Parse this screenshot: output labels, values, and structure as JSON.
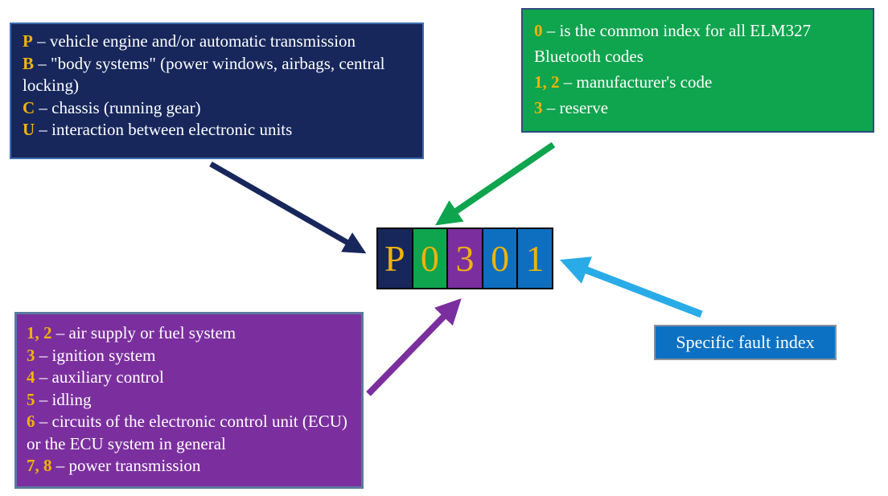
{
  "title": "OBD-II fault code structure (P0301) explanation diagram",
  "code": {
    "value": "P0301",
    "cells": [
      {
        "char": "P",
        "color": "#17275c"
      },
      {
        "char": "0",
        "color": "#0fa44e"
      },
      {
        "char": "3",
        "color": "#7b2f9e"
      },
      {
        "char": "0",
        "color": "#0e6fc0"
      },
      {
        "char": "1",
        "color": "#0e6fc0"
      }
    ]
  },
  "boxes": {
    "system": {
      "color": "#17275c",
      "items": [
        {
          "lead": "P",
          "rest": " – vehicle engine and/or automatic transmission"
        },
        {
          "lead": "B",
          "rest": " – \"body systems\" (power windows, airbags, central locking)"
        },
        {
          "lead": "C",
          "rest": " – chassis (running gear)"
        },
        {
          "lead": "U",
          "rest": " – interaction between electronic units"
        }
      ]
    },
    "index": {
      "color": "#0fa44e",
      "items": [
        {
          "lead": "0",
          "rest": " – is the common index for all ELM327 Bluetooth codes"
        },
        {
          "lead": "1, 2",
          "rest": " – manufacturer's code"
        },
        {
          "lead": "3",
          "rest": " – reserve"
        }
      ]
    },
    "subsystem": {
      "color": "#7b2f9e",
      "items": [
        {
          "lead": "1, 2",
          "rest": " – air supply or fuel system"
        },
        {
          "lead": "3",
          "rest": " – ignition system"
        },
        {
          "lead": "4",
          "rest": " – auxiliary control"
        },
        {
          "lead": "5",
          "rest": " – idling"
        },
        {
          "lead": "6",
          "rest": " – circuits of the electronic control unit (ECU) or the ECU system in general"
        },
        {
          "lead": "7, 8",
          "rest": " – power transmission"
        }
      ]
    },
    "fault_label": {
      "color": "#0c71c3",
      "text": "Specific fault index"
    }
  },
  "colors": {
    "navy": "#17275c",
    "green": "#0fa44e",
    "purple": "#7b2f9e",
    "blue": "#0e6fc0",
    "cyan": "#29abe8",
    "gold": "#f0b30a"
  }
}
